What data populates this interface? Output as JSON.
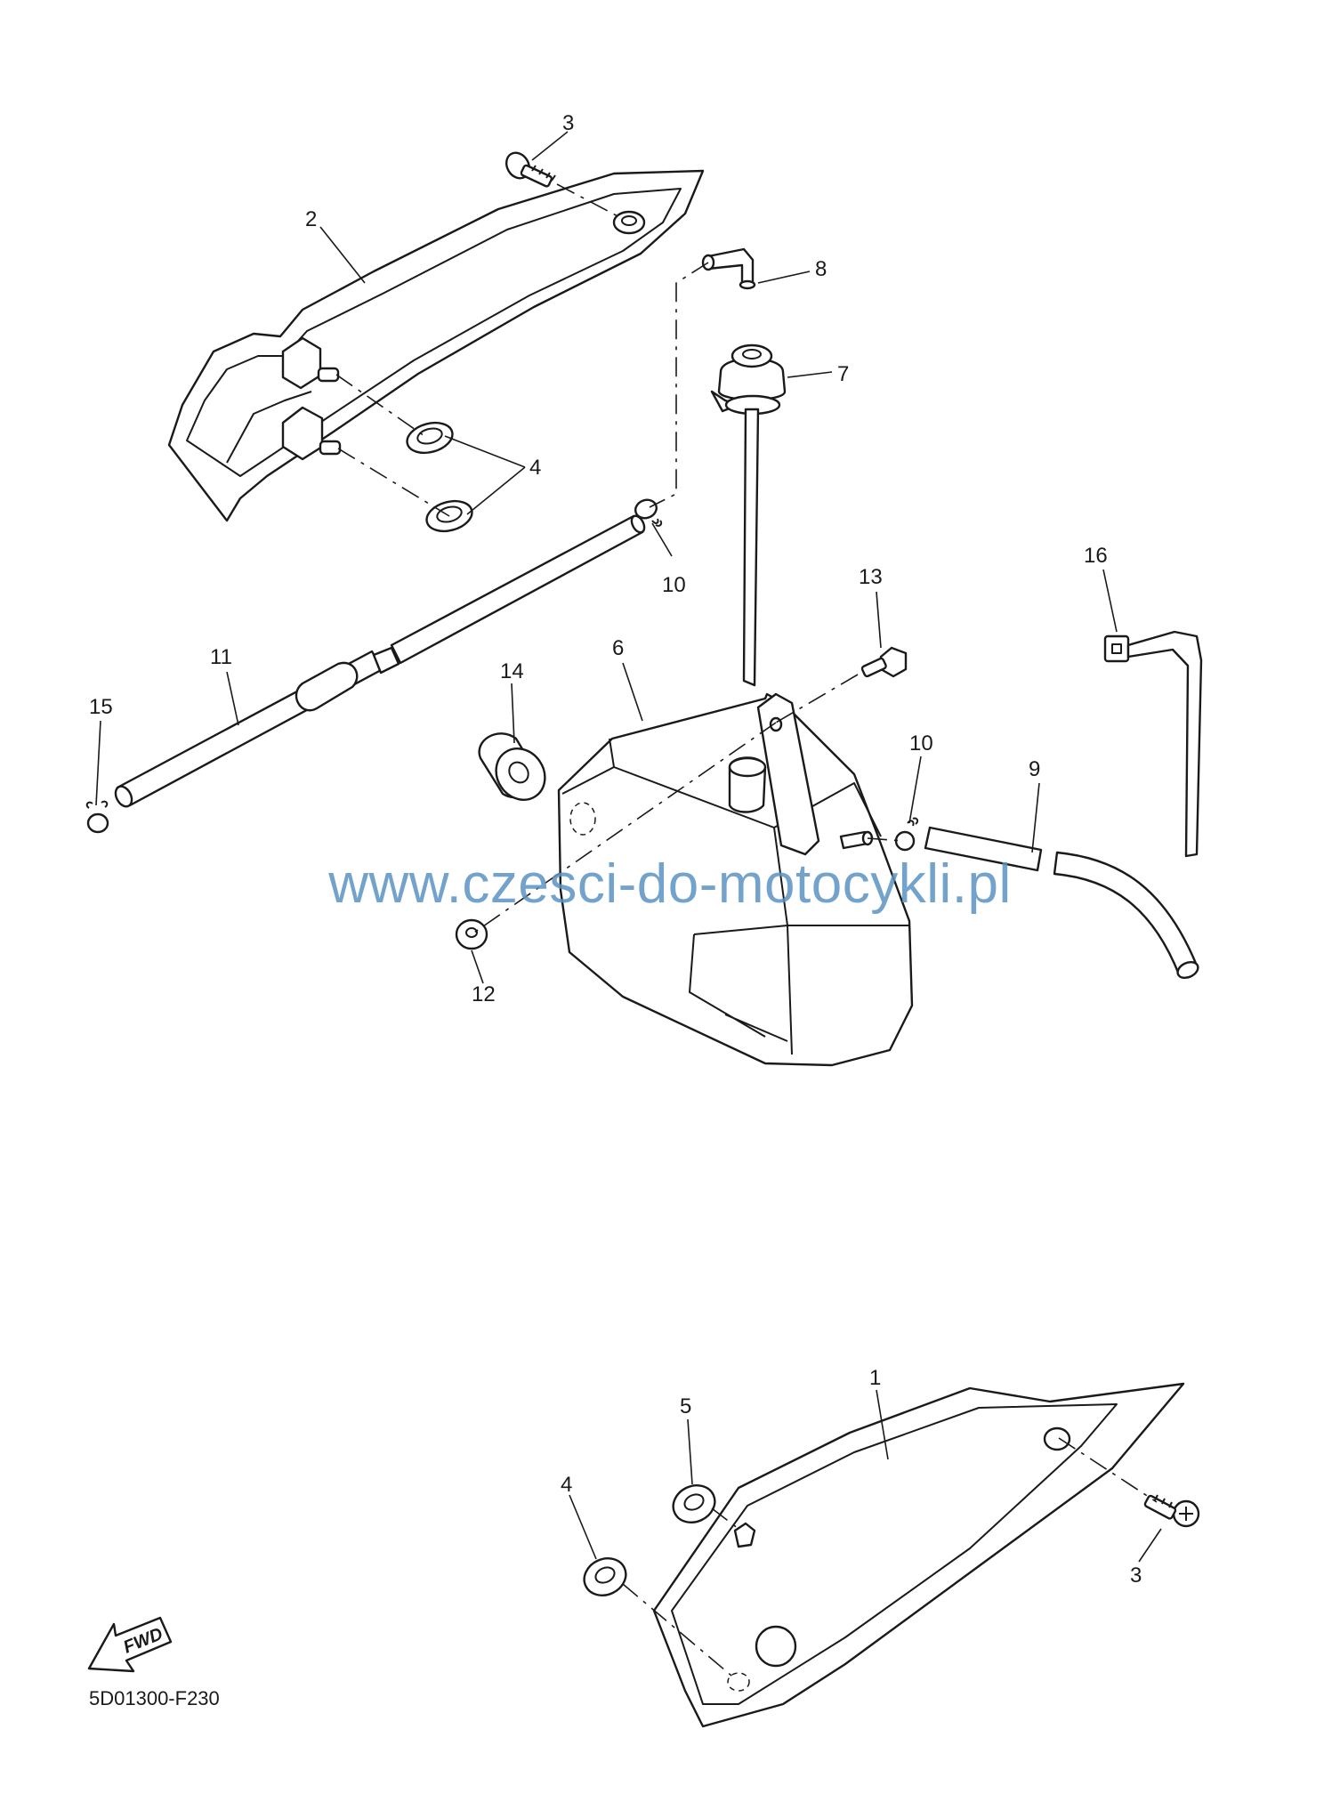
{
  "diagram": {
    "part_labels": {
      "p1": "1",
      "p2": "2",
      "p3_top": "3",
      "p3_bottom": "3",
      "p4_top": "4",
      "p4_bottom": "4",
      "p5": "5",
      "p6": "6",
      "p7": "7",
      "p8": "8",
      "p9": "9",
      "p10_top": "10",
      "p10_right": "10",
      "p11": "11",
      "p12": "12",
      "p13": "13",
      "p14": "14",
      "p15": "15",
      "p16": "16"
    },
    "fwd_label": "FWD",
    "watermark": "www.czesci-do-motocykli.pl",
    "drawing_code": "5D01300-F230"
  },
  "colors": {
    "line": "#1a1a1a",
    "watermark": "#5b93c2",
    "background": "#ffffff"
  }
}
